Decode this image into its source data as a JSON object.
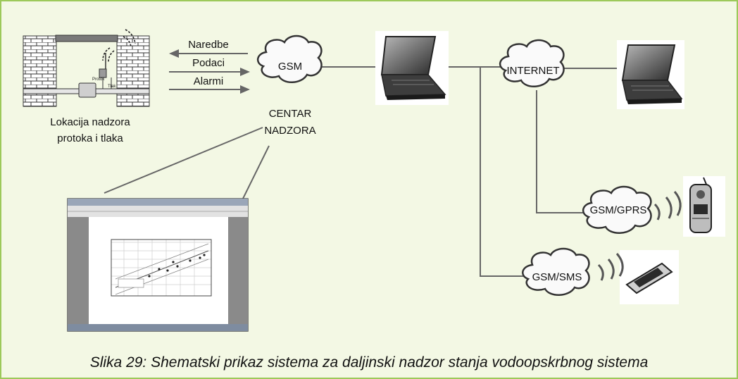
{
  "site": {
    "label_line1": "Lokacija nadzora",
    "label_line2": "protoka i tlaka",
    "protok_label": "Protok",
    "tlak_label": "Tlak"
  },
  "arrows": {
    "naredbe": "Naredbe",
    "podaci": "Podaci",
    "alarmi": "Alarmi"
  },
  "clouds": {
    "gsm": "GSM",
    "internet": "INTERNET",
    "gsm_gprs": "GSM/GPRS",
    "gsm_sms": "GSM/SMS"
  },
  "center": {
    "line1": "CENTAR",
    "line2": "NADZORA"
  },
  "caption": "Slika 29: Shematski prikaz sistema za daljinski nadzor stanja vodoopskrbnog sistema",
  "colors": {
    "background": "#f3f8e4",
    "border": "#9cc95a",
    "line": "#666666"
  }
}
